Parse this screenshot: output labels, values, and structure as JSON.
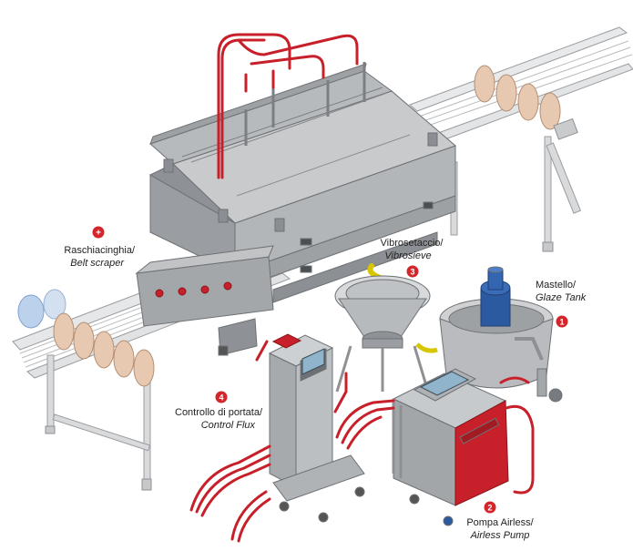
{
  "colors": {
    "accent_red": "#d4252b",
    "pipe_red": "#c8202a",
    "steel": "#a9abae",
    "steel_dark": "#6e7175",
    "steel_light": "#d4d6d8",
    "disc": "#e7c9b2",
    "motor_blue": "#2c5aa0"
  },
  "callouts": [
    {
      "id": "belt-scraper",
      "badge": "+",
      "label_it": "Raschiacinghia/",
      "label_en": "Belt scraper"
    },
    {
      "id": "vibrosieve",
      "badge": "3",
      "label_it": "Vibrosetaccio/",
      "label_en": "Vibrosieve"
    },
    {
      "id": "glaze-tank",
      "badge": "1",
      "label_it": "Mastello/",
      "label_en": "Glaze Tank"
    },
    {
      "id": "control-flux",
      "badge": "4",
      "label_it": "Controllo di portata/",
      "label_en": "Control Flux"
    },
    {
      "id": "airless-pump",
      "badge": "2",
      "label_it": "Pompa Airless/",
      "label_en": "Airless Pump"
    }
  ],
  "icons": {
    "tank_motor": "motor-icon",
    "cabinet_panel": "control-panel-icon"
  }
}
